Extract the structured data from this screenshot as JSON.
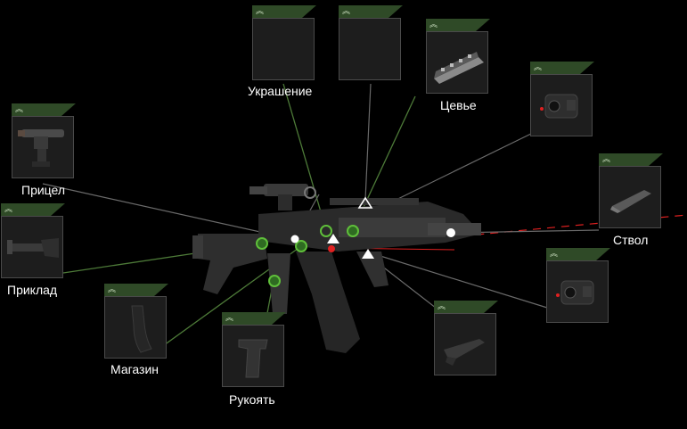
{
  "slots": {
    "decor": {
      "label": "Украшение",
      "icon": "empty-slot-icon"
    },
    "top": {
      "label": "",
      "icon": "empty-slot-icon"
    },
    "handguard": {
      "label": "Цевье",
      "icon": "rail-handguard-icon"
    },
    "sight": {
      "label": "Прицел",
      "icon": "scope-icon"
    },
    "stock": {
      "label": "Приклад",
      "icon": "stock-icon"
    },
    "magazine": {
      "label": "Магазин",
      "icon": "magazine-icon"
    },
    "grip": {
      "label": "Рукоять",
      "icon": "pistol-grip-icon"
    },
    "barrel": {
      "label": "Ствол",
      "icon": "muzzle-brake-icon"
    },
    "tactical_top": {
      "label": "",
      "icon": "tactical-device-icon"
    },
    "tactical_side": {
      "label": "",
      "icon": "tactical-device-icon"
    },
    "foregrip": {
      "label": "",
      "icon": "foregrip-icon"
    }
  },
  "colors": {
    "slot_header": "#2f4a27",
    "attach_point": "#5fbf3a",
    "laser": "#e02020",
    "background": "#000000"
  }
}
